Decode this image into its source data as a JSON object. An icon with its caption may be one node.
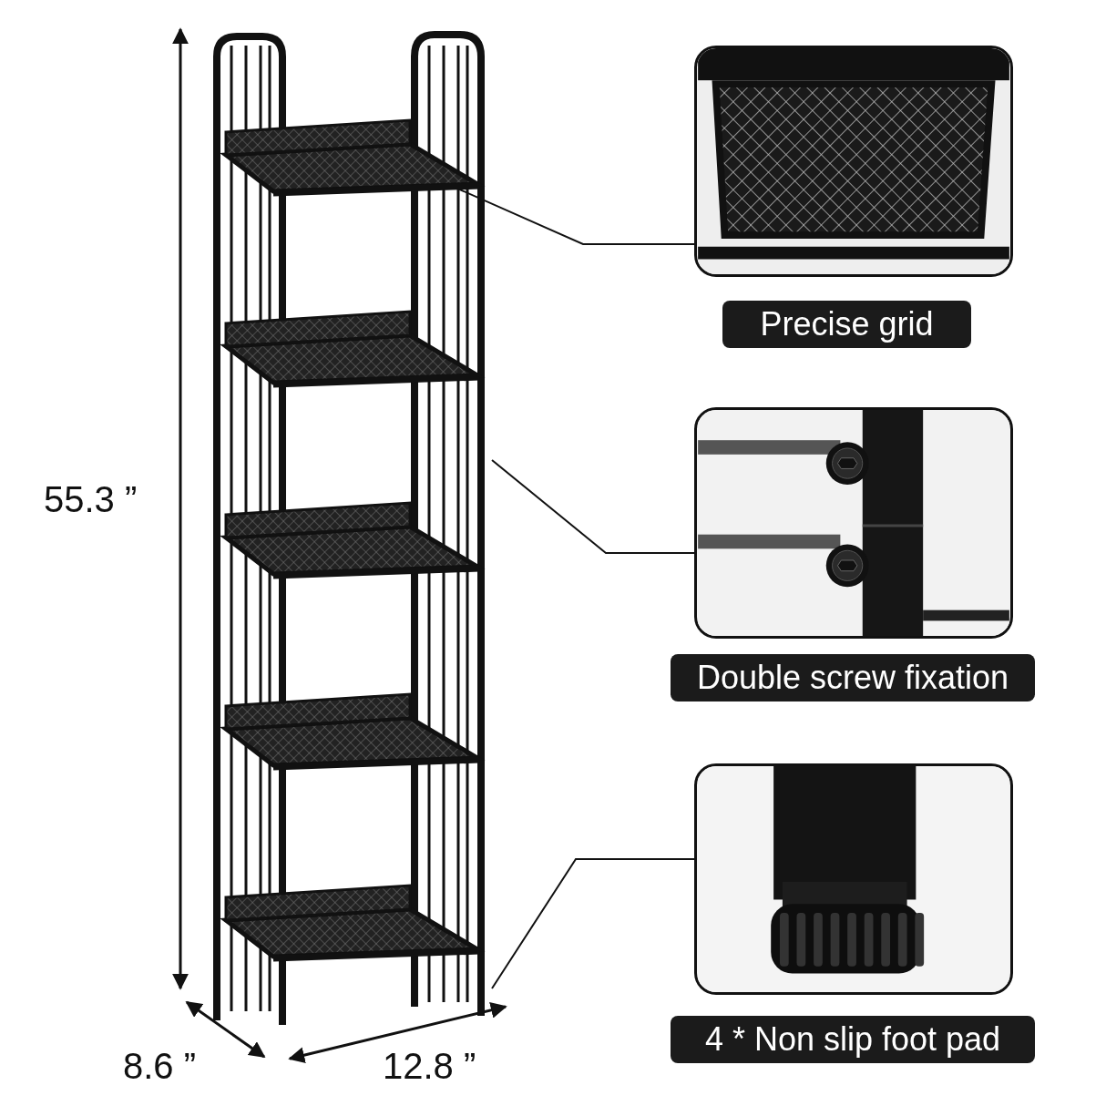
{
  "diagram": {
    "nodes": [
      {
        "text": [],
        "shape": "picture"
      },
      {
        "text": [],
        "shape": "picture",
        "beside": [
          "Precise grid"
        ]
      },
      {
        "text": [],
        "shape": "picture",
        "beside": [
          "Double screw fixation"
        ]
      },
      {
        "text": [],
        "shape": "picture",
        "beside": [
          "4 * Non slip foot pad"
        ]
      }
    ],
    "edges": [
      {
        "from": 1,
        "to": 0,
        "arrow": "none"
      },
      {
        "from": 2,
        "to": 0,
        "arrow": "none"
      },
      {
        "from": 3,
        "to": 0,
        "arrow": "none"
      }
    ],
    "labels": [
      "55.3 ”",
      "8.6 ”",
      "12.8 ”"
    ]
  }
}
